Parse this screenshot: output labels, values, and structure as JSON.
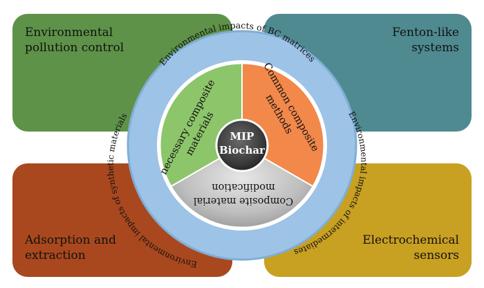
{
  "colors": {
    "top_left": "#5E9248",
    "top_right": "#4F8A91",
    "bottom_left": "#A9481E",
    "bottom_right": "#C8A022",
    "outer_ring": "#9DC3E6",
    "outer_ring_border": "#7FAED6",
    "sector_green": "#8DC56A",
    "sector_orange": "#F2884A",
    "sector_gray": "#B8B8B8",
    "center_dark": "#3D3D3D"
  },
  "quadrants": {
    "top_left": {
      "line1": "Environmental",
      "line2": "pollution control"
    },
    "top_right": {
      "line1": "Fenton-like",
      "line2": "systems"
    },
    "bottom_left": {
      "line1": "Adsorption and",
      "line2": "extraction"
    },
    "bottom_right": {
      "line1": "Electrochemical",
      "line2": "sensors"
    }
  },
  "ring_labels": {
    "top": "Environmental impacts of BC matrices",
    "right": "Environmental impacts of intermediates",
    "left": "Environmental impacts of synthetic materials"
  },
  "sectors": {
    "green": {
      "line1": "necessary composite",
      "line2": "materials"
    },
    "orange": {
      "line1": "Common composite",
      "line2": "methods"
    },
    "gray": {
      "line1": "Composite material",
      "line2": "modification"
    }
  },
  "center": {
    "line1": "MIP",
    "line2": "Biochar"
  }
}
